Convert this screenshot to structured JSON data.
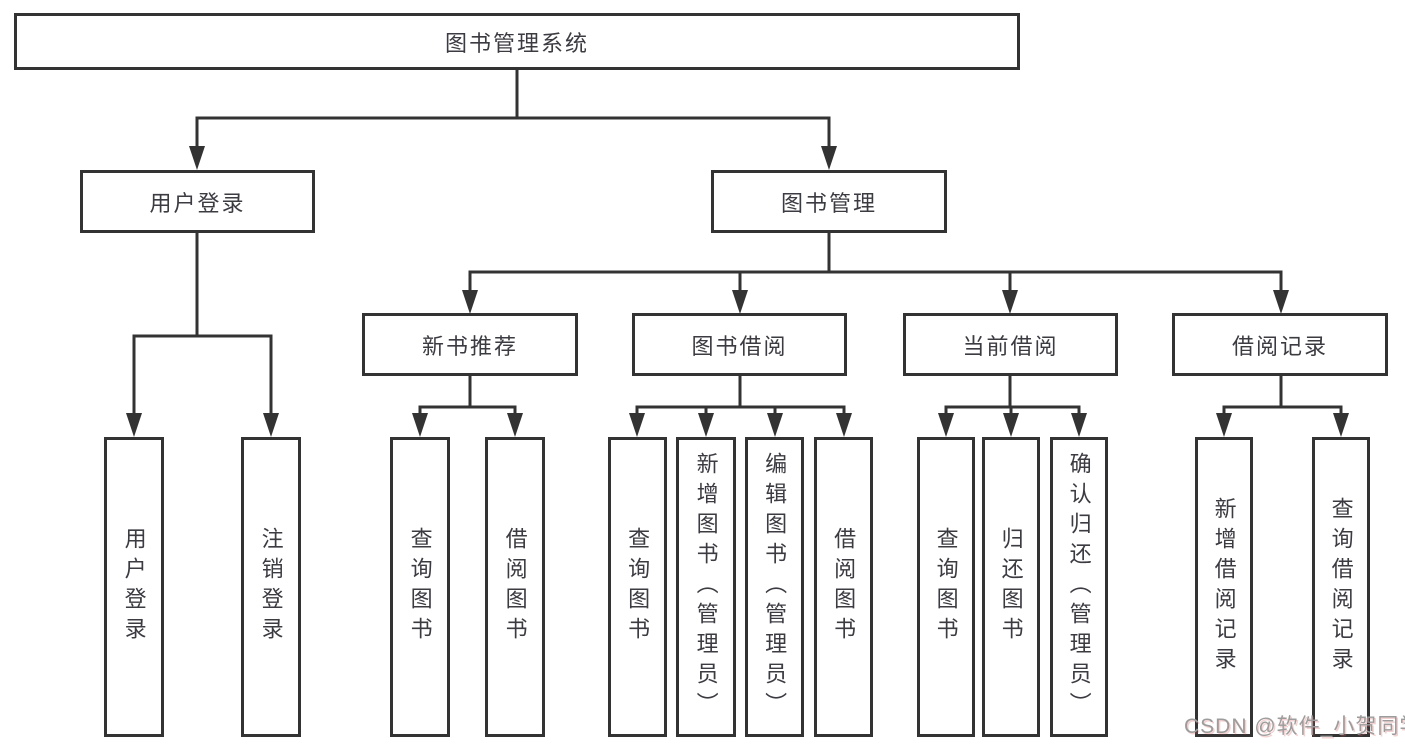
{
  "tree": {
    "label": "图书管理系统",
    "children": [
      {
        "label": "用户登录",
        "children": [
          {
            "label": "用户登录"
          },
          {
            "label": "注销登录"
          }
        ]
      },
      {
        "label": "图书管理",
        "children": [
          {
            "label": "新书推荐",
            "children": [
              {
                "label": "查询图书"
              },
              {
                "label": "借阅图书"
              }
            ]
          },
          {
            "label": "图书借阅",
            "children": [
              {
                "label": "查询图书"
              },
              {
                "label": "新增图书（管理员）"
              },
              {
                "label": "编辑图书（管理员）"
              },
              {
                "label": "借阅图书"
              }
            ]
          },
          {
            "label": "当前借阅",
            "children": [
              {
                "label": "查询图书"
              },
              {
                "label": "归还图书"
              },
              {
                "label": "确认归还（管理员）"
              }
            ]
          },
          {
            "label": "借阅记录",
            "children": [
              {
                "label": "新增借阅记录"
              },
              {
                "label": "查询借阅记录"
              }
            ]
          }
        ]
      }
    ]
  },
  "watermark": {
    "text": "CSDN @软件_小贺同学"
  },
  "colors": {
    "line": "#333333",
    "node_text": "#3b3b42",
    "watermark_text": "#9c9c9c",
    "background": "#ffffff"
  }
}
